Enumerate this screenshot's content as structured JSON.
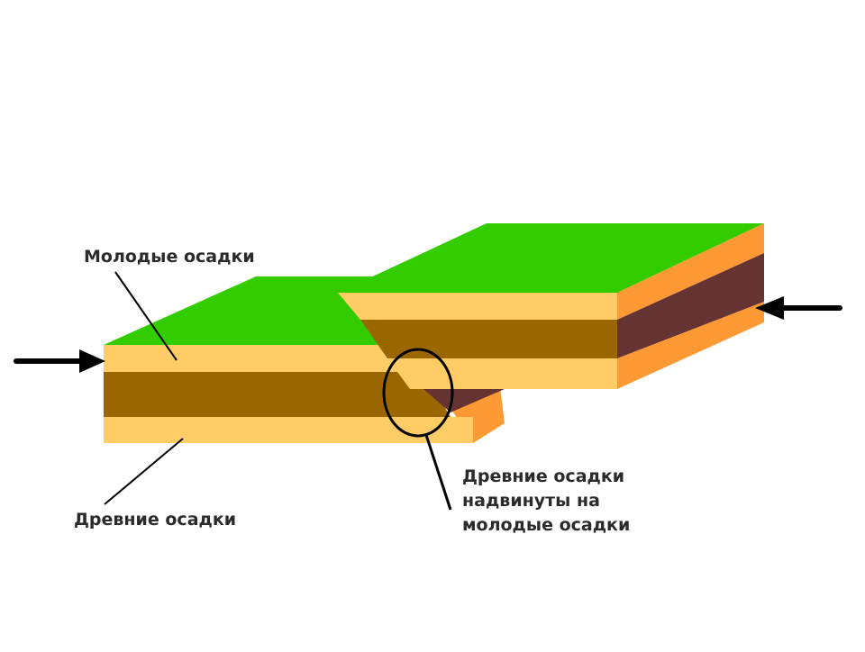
{
  "diagram": {
    "labels": {
      "young_sediments": "Молодые осадки",
      "old_sediments": "Древние осадки",
      "thrust_note": [
        "Древние осадки",
        "надвинуты на",
        "молодые осадки"
      ]
    },
    "colors": {
      "surface": "#33CC00",
      "light_layer": "#FFCC66",
      "brown_layer": "#996600",
      "dark_layer": "#663333",
      "side_orange": "#FF9933",
      "ink": "#000000"
    }
  }
}
